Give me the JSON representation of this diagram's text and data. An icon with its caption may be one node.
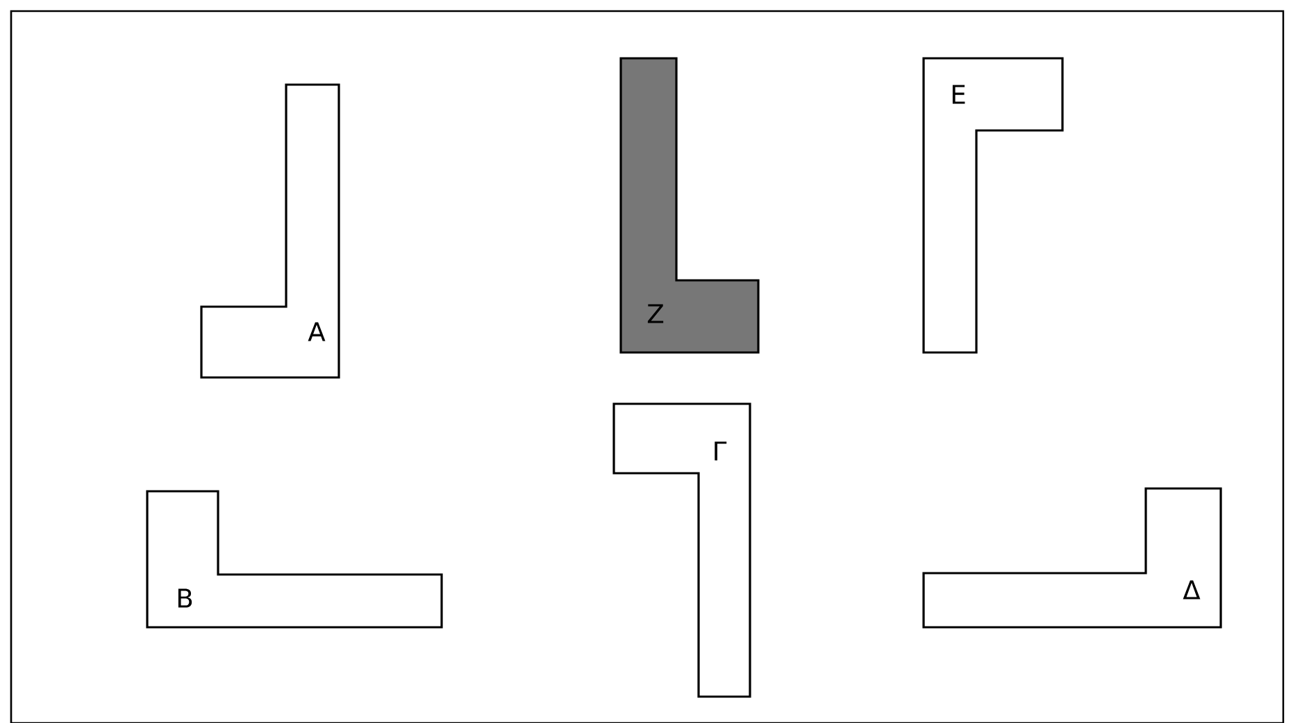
{
  "diagram": {
    "nodes": [
      {
        "text": [
          "A"
        ]
      },
      {
        "text": [
          "Z"
        ]
      },
      {
        "text": [
          "E"
        ]
      },
      {
        "text": [
          "B"
        ]
      },
      {
        "text": [
          "Γ"
        ]
      },
      {
        "text": [
          "Δ"
        ]
      }
    ]
  }
}
